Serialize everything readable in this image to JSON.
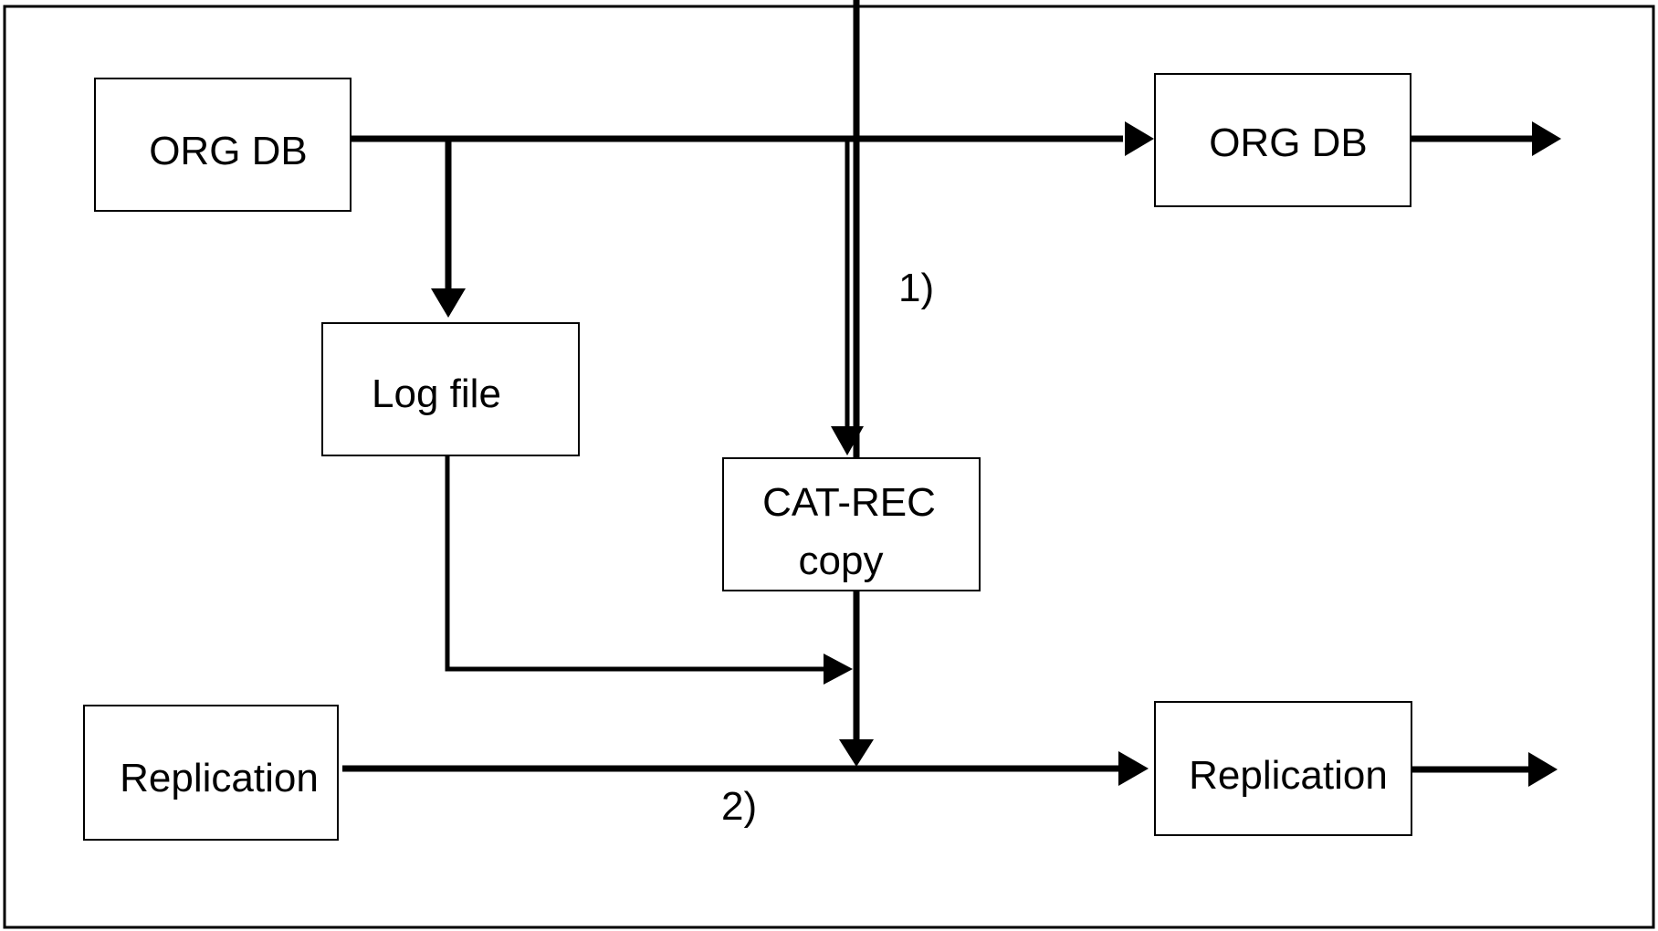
{
  "boxes": {
    "org_db_source": "ORG DB",
    "org_db_target": "ORG DB",
    "log_file": "Log file",
    "cat_rec_copy": [
      "CAT-REC",
      "copy"
    ],
    "replication_source": "Replication",
    "replication_target": "Replication"
  },
  "notes": {
    "note_1": "1)",
    "note_2": "2)"
  },
  "colors": {
    "stroke": "#000000",
    "background": "#ffffff"
  }
}
